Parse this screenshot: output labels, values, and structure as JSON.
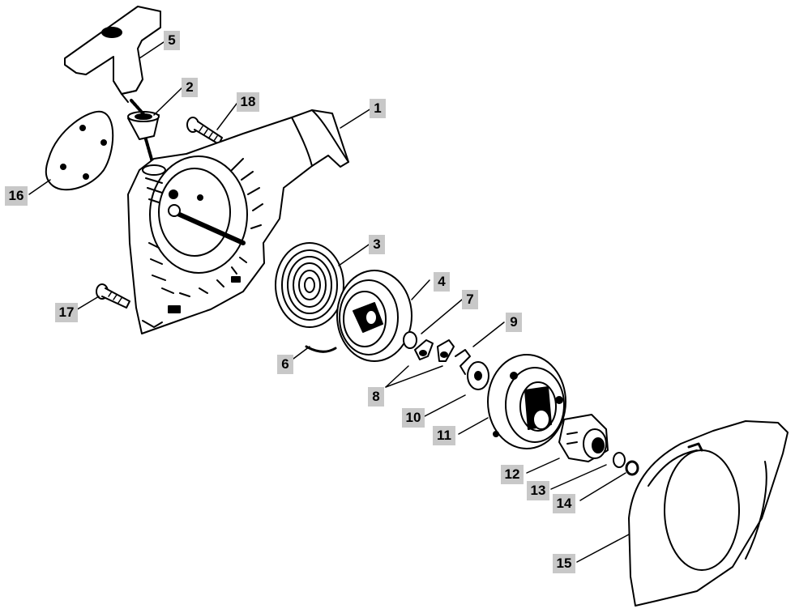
{
  "diagram": {
    "part_labels": [
      {
        "id": "p1",
        "text": "1"
      },
      {
        "id": "p2",
        "text": "2"
      },
      {
        "id": "p3",
        "text": "3"
      },
      {
        "id": "p4",
        "text": "4"
      },
      {
        "id": "p5",
        "text": "5"
      },
      {
        "id": "p6",
        "text": "6"
      },
      {
        "id": "p7",
        "text": "7"
      },
      {
        "id": "p8",
        "text": "8"
      },
      {
        "id": "p9",
        "text": "9"
      },
      {
        "id": "p10",
        "text": "10"
      },
      {
        "id": "p11",
        "text": "11"
      },
      {
        "id": "p12",
        "text": "12"
      },
      {
        "id": "p13",
        "text": "13"
      },
      {
        "id": "p14",
        "text": "14"
      },
      {
        "id": "p15",
        "text": "15"
      },
      {
        "id": "p16",
        "text": "16"
      },
      {
        "id": "p17",
        "text": "17"
      },
      {
        "id": "p18",
        "text": "18"
      }
    ]
  }
}
